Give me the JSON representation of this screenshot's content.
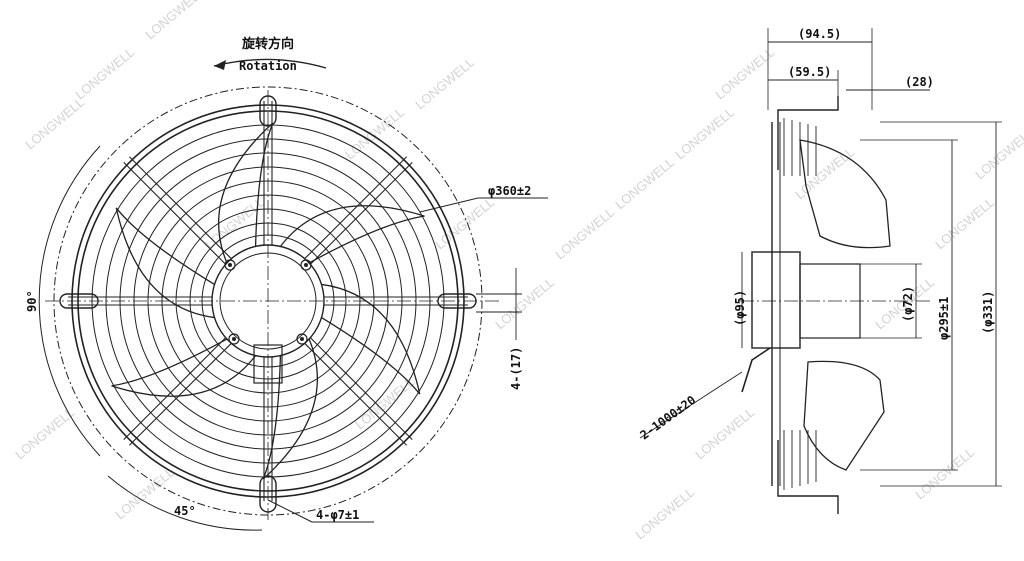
{
  "rotation": {
    "label_cn": "旋转方向",
    "label_en": "Rotation"
  },
  "front_view": {
    "dim_outer_diameter": "φ360±2",
    "dim_angle_90": "90°",
    "dim_angle_45": "45°",
    "dim_holes": "4-φ7±1",
    "dim_offset": "4-(17)"
  },
  "side_view": {
    "dim_depth_total": "(94.5)",
    "dim_depth_mid": "(59.5)",
    "dim_flange": "(28)",
    "dim_hub": "(φ95)",
    "dim_motor": "(φ72)",
    "dim_blade": "φ295±1",
    "dim_guard": "(φ331)",
    "dim_cable": "2-1000±20"
  },
  "watermark": "LONGWELL",
  "colors": {
    "line": "#222222",
    "watermark": "#d4d4d4",
    "background": "#ffffff"
  }
}
